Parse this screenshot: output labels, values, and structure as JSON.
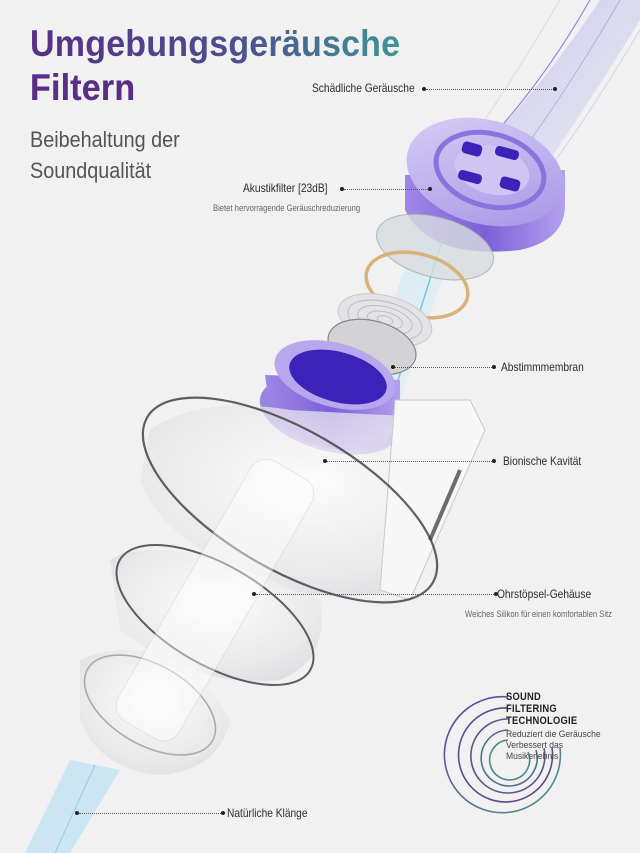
{
  "header": {
    "title_line1": "Umgebungsgeräusche",
    "title_line2": "Filtern",
    "subtitle_line1": "Beibehaltung der",
    "subtitle_line2": "Soundqualität"
  },
  "callouts": {
    "harmful_noise": {
      "label": "Schädliche Geräusche"
    },
    "acoustic_filter": {
      "label": "Akustikfilter [23dB]",
      "description": "Bietet hervorragende Geräuschreduzierung"
    },
    "tuning_membrane": {
      "label": "Abstimmmembran"
    },
    "bionic_cavity": {
      "label": "Bionische Kavität"
    },
    "earplug_housing": {
      "label": "Ohrstöpsel-Gehäuse",
      "description": "Weiches Silikon für einen komfortablen Sitz"
    },
    "natural_sounds": {
      "label": "Natürliche Klänge"
    }
  },
  "technology_badge": {
    "title_line1": "SOUND",
    "title_line2": "FILTERING",
    "title_line3": "TECHNOLOGIE",
    "desc_line1": "Reduziert die Geräusche",
    "desc_line2": "Verbessert das",
    "desc_line3": "Musikerlebnis",
    "icon": "concentric-arcs-icon"
  },
  "colors": {
    "background": "#f1f1f1",
    "title_start": "#5a2d86",
    "title_end": "#3f9496",
    "filter_purple": "#8b6fd6",
    "filter_deep": "#3b22b8",
    "sound_wave_blue": "#9fd0ee",
    "gold_ring": "#d8b27a",
    "arc_purple": "#5b4a8a",
    "arc_teal": "#4c9a8e"
  }
}
